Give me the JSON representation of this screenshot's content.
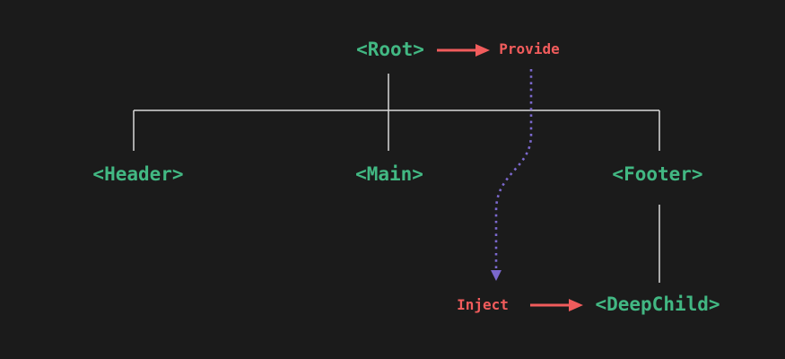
{
  "diagram": {
    "nodes": {
      "root": "<Root>",
      "header": "<Header>",
      "main": "<Main>",
      "footer": "<Footer>",
      "deep_child": "<DeepChild>"
    },
    "labels": {
      "provide": "Provide",
      "inject": "Inject"
    },
    "colors": {
      "background": "#1b1b1b",
      "component_green": "#42b883",
      "action_red": "#f15c5c",
      "flow_purple": "#7b68cd",
      "tree_line": "#d9d9d9"
    }
  }
}
